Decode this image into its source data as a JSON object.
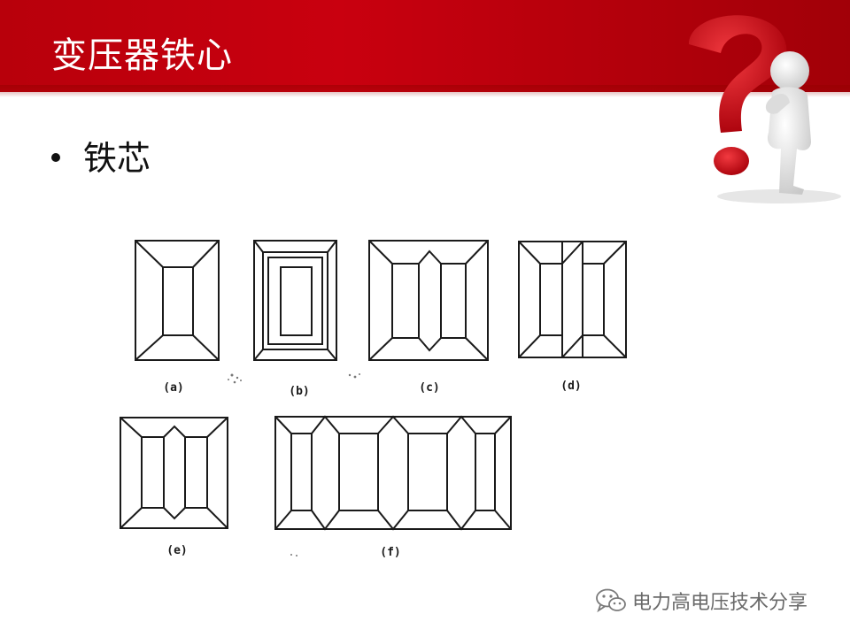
{
  "slide": {
    "title": "变压器铁心",
    "bullet": "铁芯"
  },
  "figure": {
    "captions": [
      "(a)",
      "(b)",
      "(c)",
      "(d)",
      "(e)",
      "(f)"
    ]
  },
  "watermark": {
    "text": "电力高电压技术分享",
    "icon": "wechat-icon"
  },
  "colors": {
    "header": "#c4000d",
    "question_mark": "#d0101a"
  }
}
